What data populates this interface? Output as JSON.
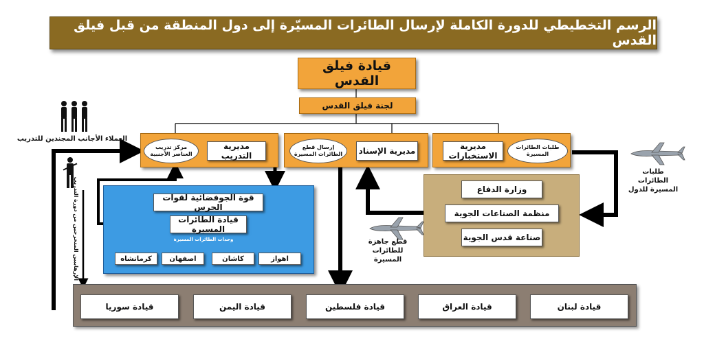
{
  "title": "الرسم التخطيطي للدورة الكاملة لإرسال الطائرات المسيّرة إلى دول المنطقة من قبل فيلق القدس",
  "top_command": "قيادة فيلق القدس",
  "committee": "لجنة فيلق القدس",
  "directorates": {
    "intelligence": {
      "label": "مديرية الاستخبارات",
      "oval": "طلبات الطائرات المسيرة"
    },
    "support": {
      "label": "مديرية الإسناد",
      "oval": "إرسال قطع الطائرات المسيرة"
    },
    "training": {
      "label": "مديرية التدريب",
      "oval": "مركز تدريب العناصر الأجنبية"
    }
  },
  "production": {
    "defense_ministry": "وزارة الدفاع",
    "aviation_industries": "منظمة الصناعات الجوية",
    "quds_aviation": "صناعة قدس الجوية"
  },
  "aerospace": {
    "force": "قوة الجوفضائية لقوات الحرس",
    "drone_command": "قيادة الطائرات المسيرة",
    "units_label": "وحدات الطائرات المسيرة",
    "units": [
      "اهواز",
      "كاشان",
      "اصفهان",
      "كرمانشاه"
    ]
  },
  "commands": [
    "قيادة لبنان",
    "قيادة العراق",
    "قيادة فلسطين",
    "قيادة اليمن",
    "قيادة سوريا"
  ],
  "labels": {
    "foreign_agents": "العملاء الأجانب المجندين للتدريب",
    "terrorists": "الإرهابيين المتخرجين من دورة التدريب",
    "drone_requests": "طلبات الطائرات المسيرة للدول",
    "ready_parts": "قطع جاهزة للطائرات المسيرة"
  },
  "colors": {
    "title_bg": "#8a6a22",
    "orange": "#f2a43a",
    "tan": "#c8ae7c",
    "blue": "#3d9be3",
    "panel": "#8c7e72"
  },
  "icons": [
    "soldier-silhouette-icon",
    "armed-soldier-icon",
    "drone-icon"
  ]
}
